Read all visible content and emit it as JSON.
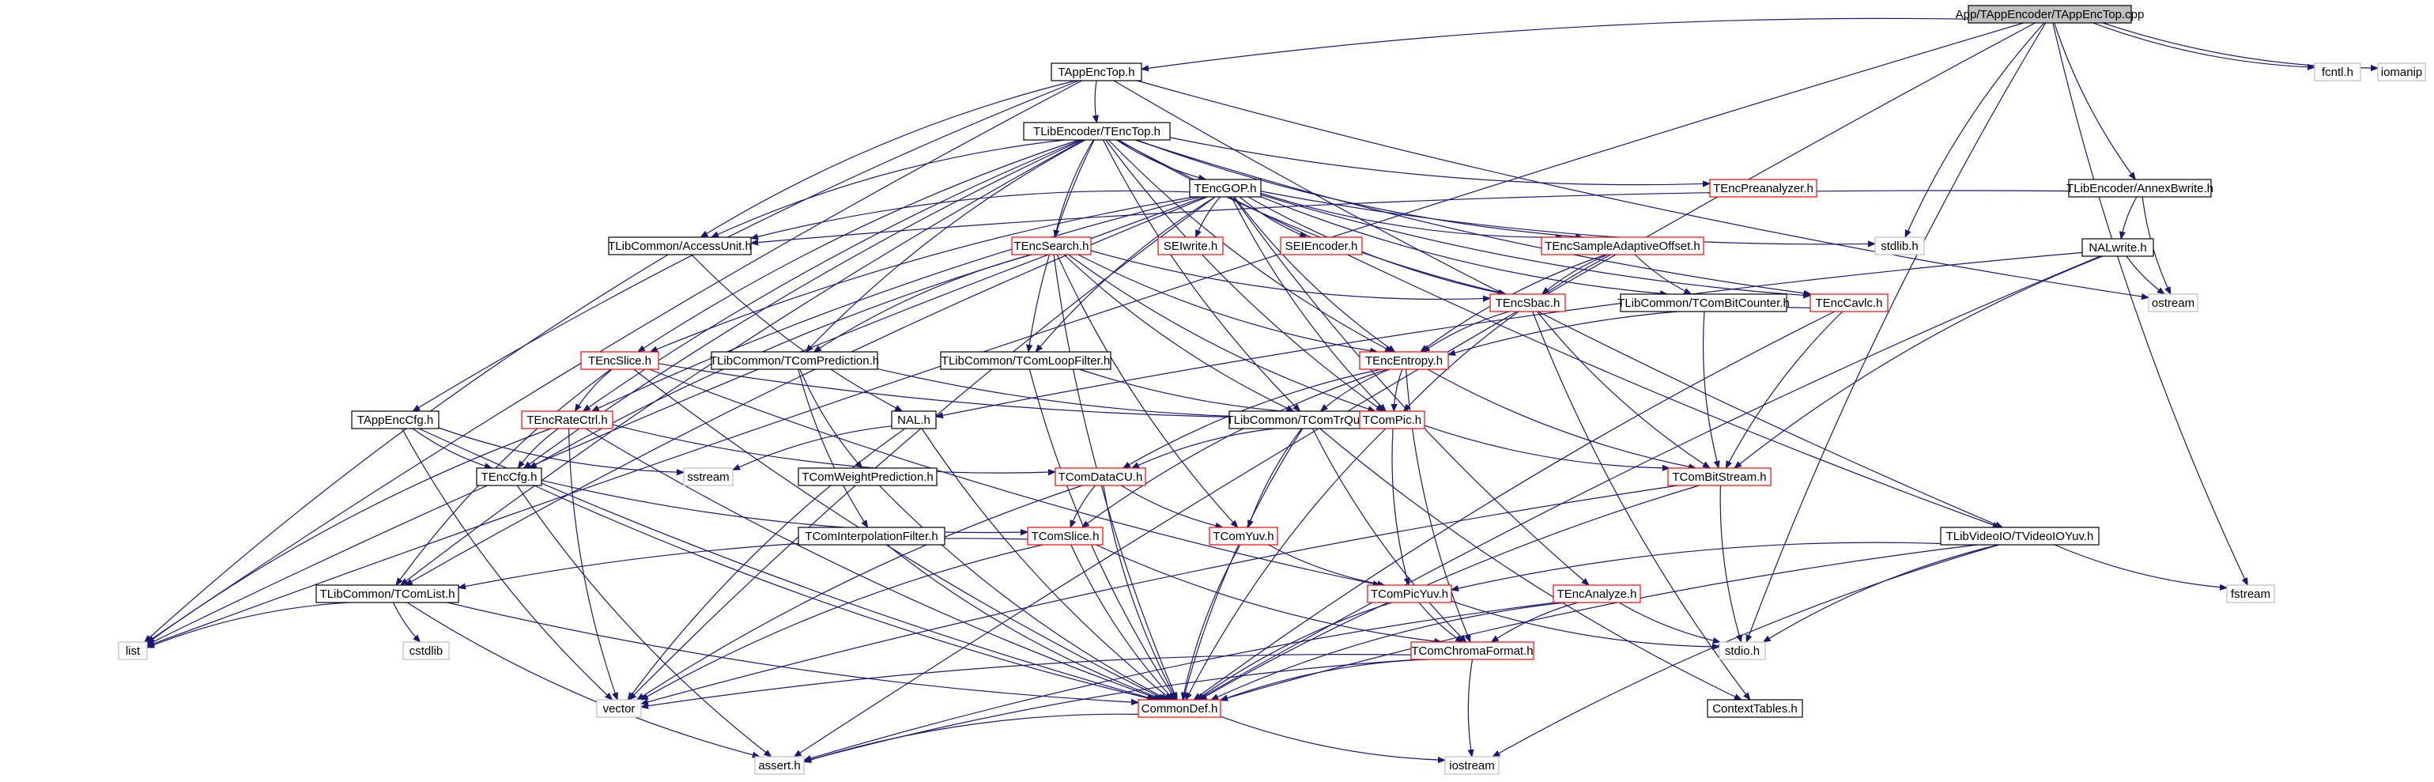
{
  "colors": {
    "edge": "#191970",
    "border_local": "#000000",
    "border_red": "#ff0000",
    "border_system": "#bfbfbf",
    "fill_root": "#bfbfbf",
    "fill": "#ffffff",
    "text": "#000000"
  },
  "nodes": {
    "root": {
      "label": "App/TAppEncoder/TAppEncTop.cpp",
      "kind": "root"
    },
    "tappenctop": {
      "label": "TAppEncTop.h",
      "kind": "local"
    },
    "tlibenctop": {
      "label": "TLibEncoder/TEncTop.h",
      "kind": "local"
    },
    "fcntl": {
      "label": "fcntl.h",
      "kind": "system"
    },
    "iomanip": {
      "label": "iomanip",
      "kind": "system"
    },
    "fstream": {
      "label": "fstream",
      "kind": "system"
    },
    "annexb": {
      "label": "TLibEncoder/AnnexBwrite.h",
      "kind": "local"
    },
    "nalwrite": {
      "label": "NALwrite.h",
      "kind": "local"
    },
    "ostream": {
      "label": "ostream",
      "kind": "system"
    },
    "stdlib": {
      "label": "stdlib.h",
      "kind": "system"
    },
    "tencgop": {
      "label": "TEncGOP.h",
      "kind": "local"
    },
    "tencpre": {
      "label": "TEncPreanalyzer.h",
      "kind": "red"
    },
    "accessunit": {
      "label": "TLibCommon/AccessUnit.h",
      "kind": "local"
    },
    "tencsearch": {
      "label": "TEncSearch.h",
      "kind": "red"
    },
    "seiwrite": {
      "label": "SEIwrite.h",
      "kind": "red"
    },
    "seiencoder": {
      "label": "SEIEncoder.h",
      "kind": "red"
    },
    "tencsao": {
      "label": "TEncSampleAdaptiveOffset.h",
      "kind": "red"
    },
    "tenccavlc": {
      "label": "TEncCavlc.h",
      "kind": "red"
    },
    "tencsbac": {
      "label": "TEncSbac.h",
      "kind": "red"
    },
    "bitcounter": {
      "label": "TLibCommon/TComBitCounter.h",
      "kind": "local"
    },
    "tencentropy": {
      "label": "TEncEntropy.h",
      "kind": "red"
    },
    "tencslice": {
      "label": "TEncSlice.h",
      "kind": "red"
    },
    "prediction": {
      "label": "TLibCommon/TComPrediction.h",
      "kind": "local"
    },
    "loopfilter": {
      "label": "TLibCommon/TComLoopFilter.h",
      "kind": "local"
    },
    "tappenccfg": {
      "label": "TAppEncCfg.h",
      "kind": "local"
    },
    "tencratectrl": {
      "label": "TEncRateCtrl.h",
      "kind": "red"
    },
    "nal": {
      "label": "NAL.h",
      "kind": "local"
    },
    "trquant": {
      "label": "TLibCommon/TComTrQuant.h",
      "kind": "local"
    },
    "tcompic": {
      "label": "TComPic.h",
      "kind": "red"
    },
    "sstream": {
      "label": "sstream",
      "kind": "system"
    },
    "tenccfg": {
      "label": "TEncCfg.h",
      "kind": "local"
    },
    "weightpred": {
      "label": "TComWeightPrediction.h",
      "kind": "local"
    },
    "tcomdatacu": {
      "label": "TComDataCU.h",
      "kind": "red"
    },
    "tcombitstream": {
      "label": "TComBitStream.h",
      "kind": "red"
    },
    "tvideoio": {
      "label": "TLibVideoIO/TVideoIOYuv.h",
      "kind": "local"
    },
    "interpfilter": {
      "label": "TComInterpolationFilter.h",
      "kind": "local"
    },
    "tcomslice": {
      "label": "TComSlice.h",
      "kind": "red"
    },
    "tcomyuv": {
      "label": "TComYuv.h",
      "kind": "red"
    },
    "tcomlist": {
      "label": "TLibCommon/TComList.h",
      "kind": "local"
    },
    "tcompicyuv": {
      "label": "TComPicYuv.h",
      "kind": "red"
    },
    "tencanalyze": {
      "label": "TEncAnalyze.h",
      "kind": "red"
    },
    "list": {
      "label": "list",
      "kind": "system"
    },
    "cstdlib": {
      "label": "cstdlib",
      "kind": "system"
    },
    "chromaformat": {
      "label": "TComChromaFormat.h",
      "kind": "red"
    },
    "stdio": {
      "label": "stdio.h",
      "kind": "system"
    },
    "vector": {
      "label": "vector",
      "kind": "system"
    },
    "commondef": {
      "label": "CommonDef.h",
      "kind": "red"
    },
    "contexttables": {
      "label": "ContextTables.h",
      "kind": "local"
    },
    "assert": {
      "label": "assert.h",
      "kind": "system"
    },
    "iostream": {
      "label": "iostream",
      "kind": "system"
    }
  },
  "edges": [
    [
      "root",
      "tappenctop"
    ],
    [
      "root",
      "list"
    ],
    [
      "root",
      "fstream"
    ],
    [
      "root",
      "fcntl"
    ],
    [
      "root",
      "assert"
    ],
    [
      "root",
      "iomanip"
    ],
    [
      "root",
      "annexb"
    ],
    [
      "root",
      "stdlib"
    ],
    [
      "root",
      "stdio"
    ],
    [
      "tappenctop",
      "tlibenctop"
    ],
    [
      "tappenctop",
      "tappenccfg"
    ],
    [
      "tappenctop",
      "tvideoio"
    ],
    [
      "tappenctop",
      "accessunit"
    ],
    [
      "tappenctop",
      "list"
    ],
    [
      "tappenctop",
      "ostream"
    ],
    [
      "tlibenctop",
      "tcomlist"
    ],
    [
      "tlibenctop",
      "tcompic"
    ],
    [
      "tlibenctop",
      "loopfilter"
    ],
    [
      "tlibenctop",
      "accessunit"
    ],
    [
      "tlibenctop",
      "tvideoio"
    ],
    [
      "tlibenctop",
      "tencgop"
    ],
    [
      "tlibenctop",
      "tencslice"
    ],
    [
      "tlibenctop",
      "tencentropy"
    ],
    [
      "tlibenctop",
      "tenccavlc"
    ],
    [
      "tlibenctop",
      "tencsbac"
    ],
    [
      "tlibenctop",
      "tencsearch"
    ],
    [
      "tlibenctop",
      "tencsao"
    ],
    [
      "tlibenctop",
      "tencpre"
    ],
    [
      "tlibenctop",
      "tencratectrl"
    ],
    [
      "tlibenctop",
      "trquant"
    ],
    [
      "tlibenctop",
      "tenccfg"
    ],
    [
      "tlibenctop",
      "prediction"
    ],
    [
      "annexb",
      "accessunit"
    ],
    [
      "annexb",
      "nalwrite"
    ],
    [
      "annexb",
      "ostream"
    ],
    [
      "nalwrite",
      "ostream"
    ],
    [
      "nalwrite",
      "tcombitstream"
    ],
    [
      "nalwrite",
      "nal"
    ],
    [
      "nalwrite",
      "commondef"
    ],
    [
      "tencgop",
      "list"
    ],
    [
      "tencgop",
      "stdlib"
    ],
    [
      "tencgop",
      "tcomlist"
    ],
    [
      "tencgop",
      "tcompic"
    ],
    [
      "tencgop",
      "bitcounter"
    ],
    [
      "tencgop",
      "loopfilter"
    ],
    [
      "tencgop",
      "accessunit"
    ],
    [
      "tencgop",
      "tencsao"
    ],
    [
      "tencgop",
      "tencslice"
    ],
    [
      "tencgop",
      "tencentropy"
    ],
    [
      "tencgop",
      "tenccavlc"
    ],
    [
      "tencgop",
      "tencsbac"
    ],
    [
      "tencgop",
      "seiwrite"
    ],
    [
      "tencgop",
      "seiencoder"
    ],
    [
      "tencgop",
      "tencanalyze"
    ],
    [
      "tencgop",
      "tencratectrl"
    ],
    [
      "tencgop",
      "vector"
    ],
    [
      "accessunit",
      "list"
    ],
    [
      "accessunit",
      "nal"
    ],
    [
      "tencsearch",
      "tenccfg"
    ],
    [
      "tencsearch",
      "prediction"
    ],
    [
      "tencsearch",
      "trquant"
    ],
    [
      "tencsearch",
      "tcompic"
    ],
    [
      "tencsearch",
      "tencentropy"
    ],
    [
      "tencsearch",
      "tcomyuv"
    ],
    [
      "tencsearch",
      "tencsbac"
    ],
    [
      "tencsearch",
      "commondef"
    ],
    [
      "tencsao",
      "tencentropy"
    ],
    [
      "tencsao",
      "bitcounter"
    ],
    [
      "tencsao",
      "tencsbac"
    ],
    [
      "tencsao",
      "tcompic"
    ],
    [
      "tenccavlc",
      "tencentropy"
    ],
    [
      "tenccavlc",
      "tcombitstream"
    ],
    [
      "tenccavlc",
      "commondef"
    ],
    [
      "tencsbac",
      "tencentropy"
    ],
    [
      "tencsbac",
      "tcombitstream"
    ],
    [
      "tencsbac",
      "contexttables"
    ],
    [
      "bitcounter",
      "tcombitstream"
    ],
    [
      "tencentropy",
      "tcomslice"
    ],
    [
      "tencentropy",
      "tcomdatacu"
    ],
    [
      "tencentropy",
      "tcompic"
    ],
    [
      "tencentropy",
      "trquant"
    ],
    [
      "tencentropy",
      "tcombitstream"
    ],
    [
      "tencentropy",
      "chromaformat"
    ],
    [
      "tencslice",
      "tencratectrl"
    ],
    [
      "tencslice",
      "tcomlist"
    ],
    [
      "tencslice",
      "tcompic"
    ],
    [
      "tencslice",
      "tcompicyuv"
    ],
    [
      "tencslice",
      "commondef"
    ],
    [
      "prediction",
      "tcompic"
    ],
    [
      "prediction",
      "interpfilter"
    ],
    [
      "prediction",
      "weightpred"
    ],
    [
      "loopfilter",
      "tcompic"
    ],
    [
      "loopfilter",
      "commondef"
    ],
    [
      "tappenccfg",
      "tenccfg"
    ],
    [
      "tappenccfg",
      "sstream"
    ],
    [
      "tappenccfg",
      "vector"
    ],
    [
      "tappenccfg",
      "commondef"
    ],
    [
      "tencratectrl",
      "tenccfg"
    ],
    [
      "tencratectrl",
      "tcomdatacu"
    ],
    [
      "tencratectrl",
      "list"
    ],
    [
      "tencratectrl",
      "vector"
    ],
    [
      "tencratectrl",
      "commondef"
    ],
    [
      "nal",
      "sstream"
    ],
    [
      "nal",
      "vector"
    ],
    [
      "nal",
      "commondef"
    ],
    [
      "trquant",
      "tcomdatacu"
    ],
    [
      "trquant",
      "tcomyuv"
    ],
    [
      "trquant",
      "chromaformat"
    ],
    [
      "trquant",
      "contexttables"
    ],
    [
      "trquant",
      "commondef"
    ],
    [
      "tcompic",
      "tcompicyuv"
    ],
    [
      "tcompic",
      "tcombitstream"
    ],
    [
      "tcompic",
      "commondef"
    ],
    [
      "tenccfg",
      "tcomslice"
    ],
    [
      "tenccfg",
      "commondef"
    ],
    [
      "tenccfg",
      "assert"
    ],
    [
      "weightpred",
      "commondef"
    ],
    [
      "tcomdatacu",
      "tcomslice"
    ],
    [
      "tcomdatacu",
      "tcomyuv"
    ],
    [
      "tcomdatacu",
      "vector"
    ],
    [
      "tcomdatacu",
      "commondef"
    ],
    [
      "tcombitstream",
      "vector"
    ],
    [
      "tcombitstream",
      "stdio"
    ],
    [
      "tcombitstream",
      "commondef"
    ],
    [
      "tvideoio",
      "tcompicyuv"
    ],
    [
      "tvideoio",
      "fstream"
    ],
    [
      "tvideoio",
      "stdio"
    ],
    [
      "tvideoio",
      "iostream"
    ],
    [
      "tvideoio",
      "commondef"
    ],
    [
      "interpfilter",
      "commondef"
    ],
    [
      "tcomslice",
      "tcomlist"
    ],
    [
      "tcomslice",
      "chromaformat"
    ],
    [
      "tcomslice",
      "vector"
    ],
    [
      "tcomslice",
      "commondef"
    ],
    [
      "tcomyuv",
      "tcompicyuv"
    ],
    [
      "tcomyuv",
      "commondef"
    ],
    [
      "tcomlist",
      "list"
    ],
    [
      "tcomlist",
      "cstdlib"
    ],
    [
      "tcomlist",
      "assert"
    ],
    [
      "tcomlist",
      "commondef"
    ],
    [
      "tcompicyuv",
      "chromaformat"
    ],
    [
      "tcompicyuv",
      "stdio"
    ],
    [
      "tcompicyuv",
      "commondef"
    ],
    [
      "tencanalyze",
      "chromaformat"
    ],
    [
      "tencanalyze",
      "stdio"
    ],
    [
      "tencanalyze",
      "assert"
    ],
    [
      "tencanalyze",
      "commondef"
    ],
    [
      "chromaformat",
      "commondef"
    ],
    [
      "chromaformat",
      "iostream"
    ],
    [
      "chromaformat",
      "vector"
    ],
    [
      "chromaformat",
      "assert"
    ],
    [
      "commondef",
      "assert"
    ],
    [
      "commondef",
      "iostream"
    ]
  ]
}
